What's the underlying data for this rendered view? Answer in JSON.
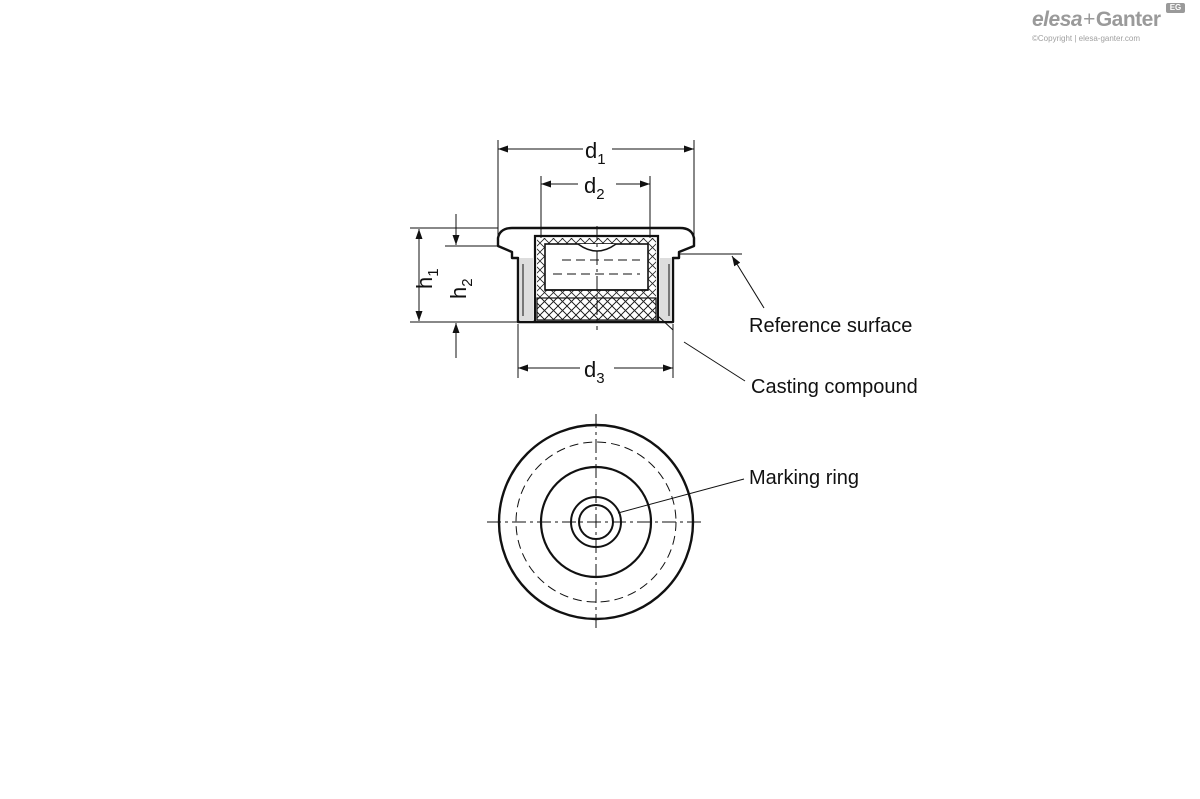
{
  "logo": {
    "brand_part1": "elesa",
    "brand_plus": "+",
    "brand_part2": "Ganter",
    "badge": "EG",
    "copyright": "©Copyright | elesa-ganter.com"
  },
  "dimensions": {
    "d1": {
      "main": "d",
      "sub": "1"
    },
    "d2": {
      "main": "d",
      "sub": "2"
    },
    "d3": {
      "main": "d",
      "sub": "3"
    },
    "h1": {
      "main": "h",
      "sub": "1"
    },
    "h2": {
      "main": "h",
      "sub": "2"
    }
  },
  "callouts": {
    "reference_surface": "Reference surface",
    "casting_compound": "Casting compound",
    "marking_ring": "Marking ring"
  },
  "colors": {
    "line": "#111111",
    "logo": "#9a9a9a"
  }
}
